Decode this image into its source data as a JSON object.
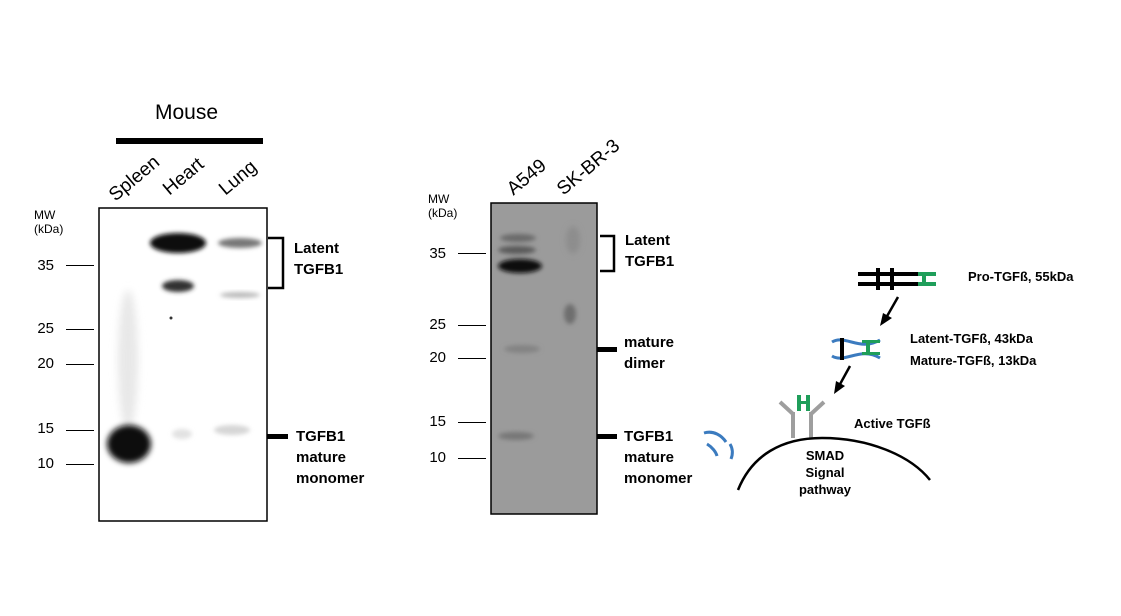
{
  "left_panel": {
    "group_label": "Mouse",
    "lanes": [
      "Spleen",
      "Heart",
      "Lung"
    ],
    "mw_header": "MW\n(kDa)",
    "mw_ticks": [
      "35",
      "25",
      "20",
      "15",
      "10"
    ],
    "band_labels": {
      "latent": "Latent\nTGFB1",
      "monomer": "TGFB1\nmature\nmonomer"
    }
  },
  "right_panel": {
    "lanes": [
      "A549",
      "SK-BR-3"
    ],
    "mw_header": "MW\n(kDa)",
    "mw_ticks": [
      "35",
      "25",
      "20",
      "15",
      "10"
    ],
    "band_labels": {
      "latent": "Latent\nTGFB1",
      "dimer": "mature\ndimer",
      "monomer": "TGFB1\nmature\nmonomer"
    }
  },
  "pathway": {
    "pro": "Pro-TGFß,  55kDa",
    "latent": "Latent-TGFß,  43kDa",
    "mature": "Mature-TGFß,  13kDa",
    "active": "Active TGFß",
    "smad": "SMAD\nSignal\npathway",
    "colors": {
      "mature_green": "#1f9e5a",
      "latent_blue": "#3b7bbf",
      "receptor_gray": "#9e9e9e"
    }
  }
}
